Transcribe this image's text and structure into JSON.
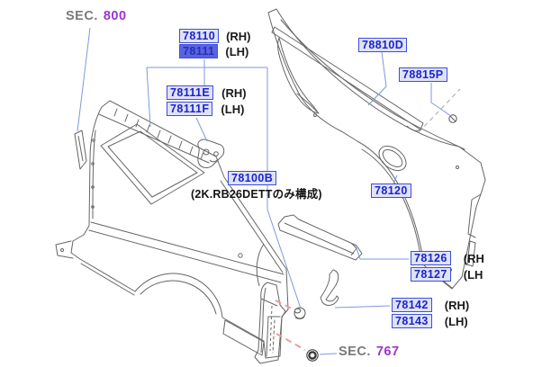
{
  "diagram": {
    "title_hint": "rear quarter panel parts diagram",
    "sections": {
      "sec800": {
        "prefix": "SEC.",
        "number": "800"
      },
      "sec767": {
        "prefix": "SEC.",
        "number": "767"
      }
    },
    "labels": {
      "p78110": {
        "code": "78110",
        "side": "(RH)"
      },
      "p78111": {
        "code": "78111",
        "side": "(LH)",
        "state": "selected"
      },
      "p78111e": {
        "code": "78111E",
        "side": "(RH)"
      },
      "p78111f": {
        "code": "78111F",
        "side": "(LH)"
      },
      "p78100b": {
        "code": "78100B",
        "note": "(2K.RB26DETTのみ構成)"
      },
      "p78810d": {
        "code": "78810D"
      },
      "p78815p": {
        "code": "78815P"
      },
      "p78120": {
        "code": "78120"
      },
      "p78126": {
        "code": "78126",
        "side": "(RH"
      },
      "p78127": {
        "code": "78127",
        "side": "(LH"
      },
      "p78142": {
        "code": "78142",
        "side": "(RH)"
      },
      "p78143": {
        "code": "78143",
        "side": "(LH)"
      }
    },
    "colors": {
      "label_bg": "#dfe2f8",
      "label_border": "#3c4fd8",
      "label_text": "#1c24c8",
      "selected_label_bg": "#5a63e0",
      "leader_line": "#7d99d9",
      "drawing_line": "#666666",
      "red_dash": "#f09b9b",
      "gray_dash": "#aaaaaa",
      "sec_text": "#7a7a7a",
      "sec_number": "#9b35d0"
    }
  }
}
